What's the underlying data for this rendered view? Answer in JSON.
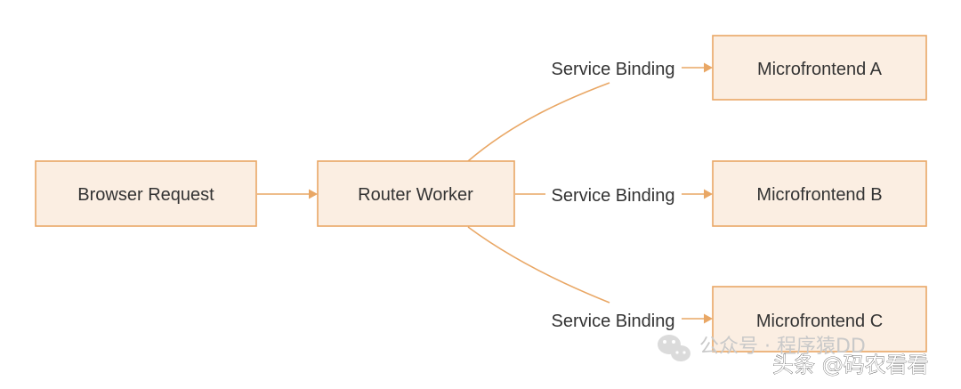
{
  "nodes": {
    "browser_request": "Browser Request",
    "router_worker": "Router Worker",
    "microfrontend_a": "Microfrontend A",
    "microfrontend_b": "Microfrontend B",
    "microfrontend_c": "Microfrontend C"
  },
  "edges": {
    "binding_a": "Service Binding",
    "binding_b": "Service Binding",
    "binding_c": "Service Binding"
  },
  "watermark": {
    "account": "公众号 · 程序猿DD",
    "platform": "头条 @码农看看"
  },
  "colors": {
    "node_fill": "#fbeee2",
    "node_stroke": "#e9a765",
    "edge": "#e9a765",
    "text": "#333333"
  },
  "icons": {
    "wechat": "wechat-icon"
  }
}
